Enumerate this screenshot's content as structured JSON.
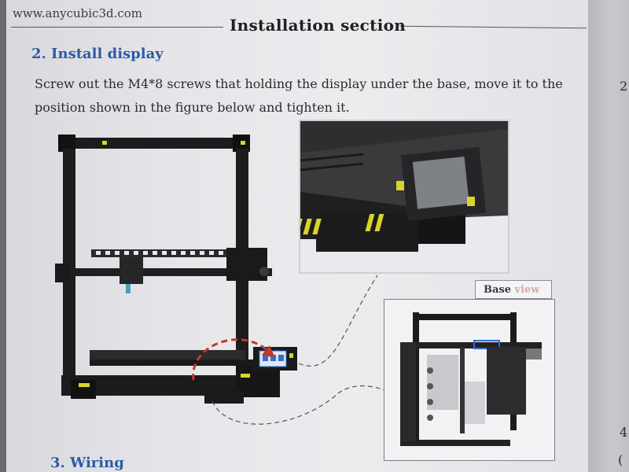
{
  "header": {
    "website": "www.anycubic3d.com",
    "section_title": "Installation section"
  },
  "step2": {
    "heading": "2. Install display",
    "instruction_line1": "Screw out the M4*8 screws that holding the display under the base, move it to the",
    "instruction_line2": "position shown in the figure below and tighten it."
  },
  "figure": {
    "base_view_label_dark": "Base",
    "base_view_label_light": "view"
  },
  "step3": {
    "heading": "3. Wiring"
  },
  "colors": {
    "heading_blue": "#2a5ca6",
    "printer_yellow": "#d8d42a",
    "arrow_red": "#c0392b",
    "lcd_blue": "#2f6fd0"
  }
}
